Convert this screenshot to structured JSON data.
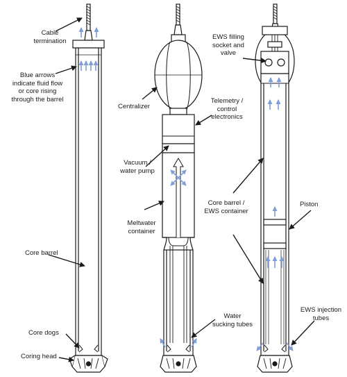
{
  "labels": {
    "cable_termination": "Cable\ntermination",
    "blue_arrows": "Blue arrows\nindicate fluid flow\nor core rising\nthrough the barrel",
    "core_barrel_left": "Core barrel",
    "core_dogs": "Core dogs",
    "coring_head": "Coring head",
    "centralizer": "Centralizer",
    "telemetry": "Telemetry /\ncontrol\nelectronics",
    "vacuum_pump": "Vacuum /\nwater pump",
    "meltwater": "Meltwater\ncontainer",
    "water_sucking": "Water\nsucking tubes",
    "ews_filling": "EWS filling\nsocket and\nvalve",
    "piston": "Piston",
    "core_barrel_ews": "Core barrel /\nEWS container",
    "ews_injection": "EWS injection\ntubes"
  },
  "colors": {
    "line": "#1a1a1a",
    "arrow_blue": "#7f9fd8",
    "fill": "#ffffff"
  }
}
